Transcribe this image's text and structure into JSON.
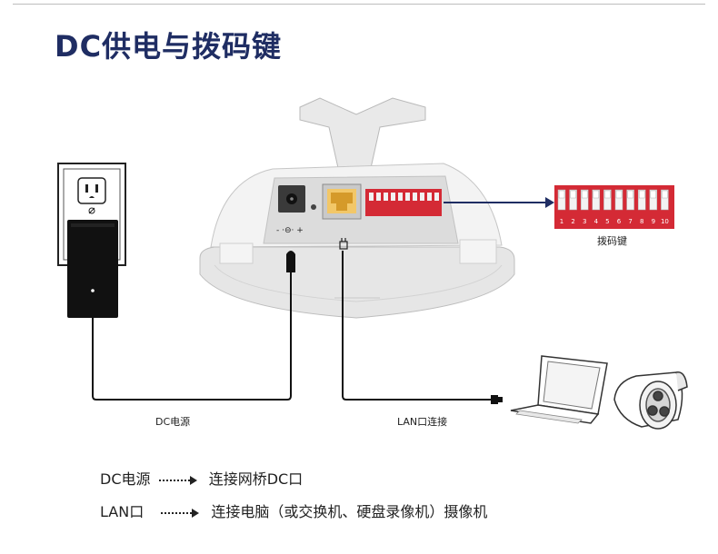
{
  "title": "DC供电与拨码键",
  "power_cable_label": "DC电源",
  "lan_cable_label": "LAN口连接",
  "dip_switch_label": "拨码键",
  "dip_numbers": [
    "1",
    "2",
    "3",
    "4",
    "5",
    "6",
    "7",
    "8",
    "9",
    "10"
  ],
  "dc_jack_marking": "- ·⊖· +",
  "legend": [
    {
      "term": "DC电源",
      "description": "连接网桥DC口"
    },
    {
      "term": "LAN口",
      "description": "连接电脑（或交换机、硬盘录像机）摄像机"
    }
  ],
  "colors": {
    "title": "#1f2d63",
    "dip_red": "#d42a35",
    "arrow_navy": "#1f2d63",
    "cable": "#111111"
  }
}
